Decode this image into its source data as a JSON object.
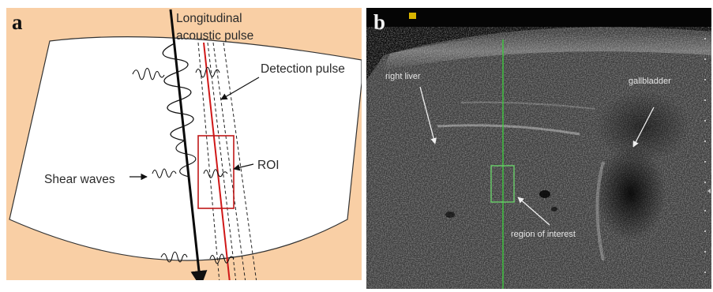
{
  "panel_a": {
    "letter": "a",
    "labels": {
      "longitudinal_line1": "Longitudinal",
      "longitudinal_line2": "acoustic pulse",
      "detection": "Detection pulse",
      "roi": "ROI",
      "shear": "Shear waves"
    },
    "colors": {
      "background": "#f9cfa5",
      "sector": "#ffffff",
      "detection_line": "#d01818",
      "roi_box": "#c01818",
      "ink": "#111111"
    }
  },
  "panel_b": {
    "letter": "b",
    "labels": {
      "right_liver": "right liver",
      "gallbladder": "gallbladder",
      "region": "region of interest"
    },
    "colors": {
      "scan_line": "#3ec83e",
      "roi_box": "#6ad06a",
      "badge": "#d8b400"
    }
  }
}
